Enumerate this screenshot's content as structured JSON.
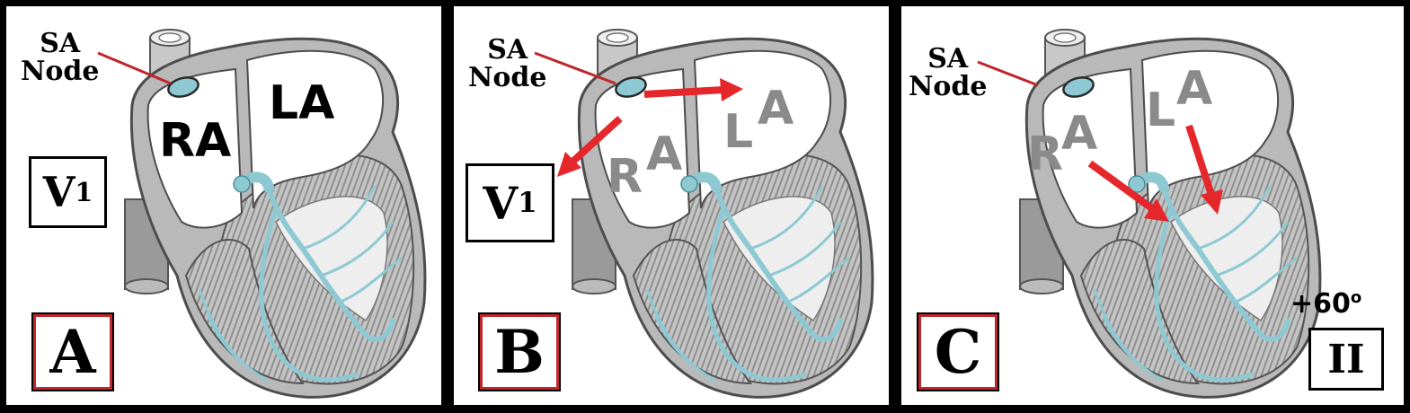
{
  "panels": [
    {
      "letter": "A",
      "sa_line1": "SA",
      "sa_line2": "Node",
      "lead_main": "V",
      "lead_sub": "1",
      "ra_label": "RA",
      "la_label": "LA"
    },
    {
      "letter": "B",
      "sa_line1": "SA",
      "sa_line2": "Node",
      "lead_main": "V",
      "lead_sub": "1",
      "ra_r": "R",
      "ra_a": "A",
      "la_l": "L",
      "la_a": "A"
    },
    {
      "letter": "C",
      "sa_line1": "SA",
      "sa_line2": "Node",
      "lead_label": "II",
      "angle_value": "+60",
      "angle_unit": "o",
      "ra_r": "R",
      "ra_a": "A",
      "la_l": "L",
      "la_a": "A"
    }
  ],
  "colors": {
    "conduction": "#8ec9d3",
    "wall": "#b9b9b9",
    "arrow": "#e5262b",
    "box_border_red": "#c0262b",
    "grey_text": "#8a8a8a"
  }
}
